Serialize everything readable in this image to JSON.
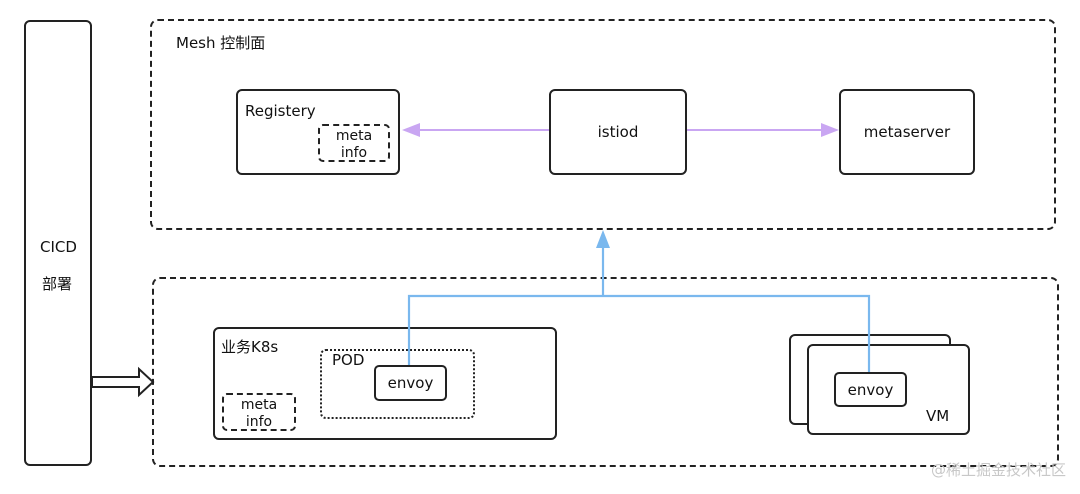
{
  "cicd": {
    "line1": "CICD",
    "line2": "部署"
  },
  "control_plane": {
    "title": "Mesh 控制面",
    "registry": {
      "title": "Registery",
      "meta_line1": "meta",
      "meta_line2": "info"
    },
    "istiod": "istiod",
    "metaserver": "metaserver"
  },
  "data_plane": {
    "k8s": {
      "title": "业务K8s",
      "pod": {
        "title": "POD",
        "envoy": "envoy"
      },
      "meta_line1": "meta",
      "meta_line2": "info"
    },
    "vm": {
      "envoy": "envoy",
      "label": "VM"
    }
  },
  "watermark": "@稀土掘金技术社区",
  "colors": {
    "purple_arrow": "#c9a6f2",
    "blue_line": "#7ab8ee",
    "border": "#222222"
  }
}
